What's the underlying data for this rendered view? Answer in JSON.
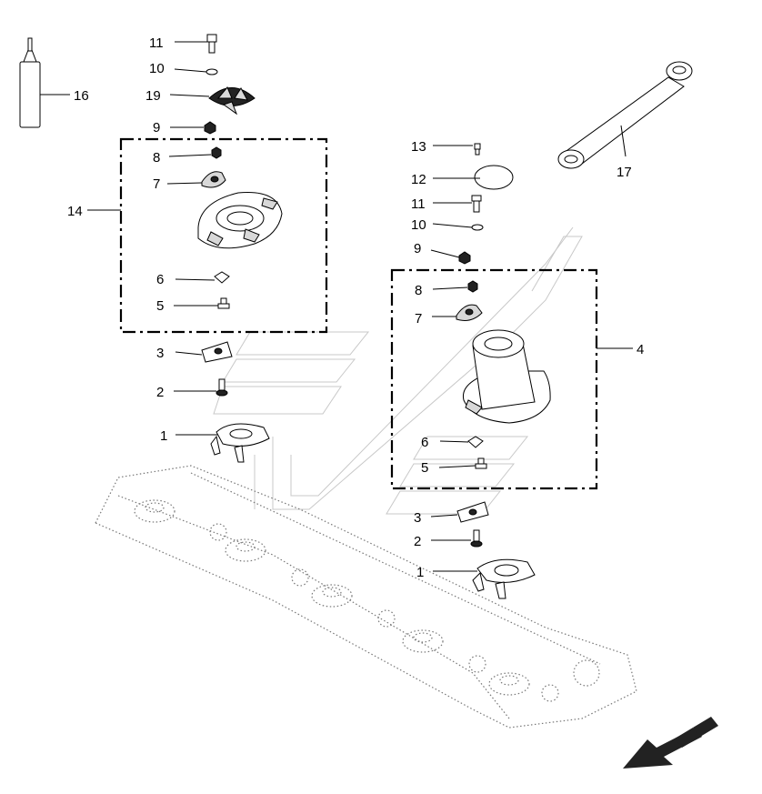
{
  "callouts": {
    "c1": "1",
    "c2": "2",
    "c3": "3",
    "c4": "4",
    "c5": "5",
    "c6": "6",
    "c7": "7",
    "c8": "8",
    "c9": "9",
    "c10": "10",
    "c11": "11",
    "c12": "12",
    "c13": "13",
    "c14": "14",
    "c16": "16",
    "c17": "17",
    "c19": "19"
  },
  "icons": {
    "direction_arrow": "travel-direction-arrow-icon",
    "grease_tube": "grease-tube-icon",
    "ring_spanner": "ring-spanner-icon"
  }
}
